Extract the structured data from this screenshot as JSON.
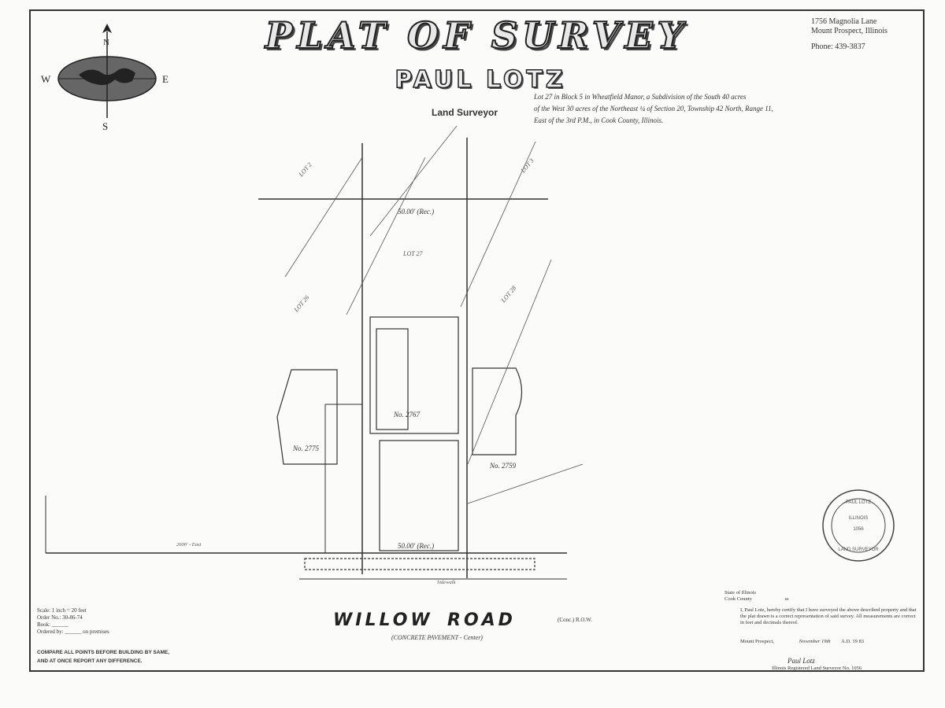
{
  "title": "PLAT OF SURVEY",
  "surveyor": {
    "name": "PAUL LOTZ",
    "subtitle": "Land Surveyor",
    "address_line1": "1756 Magnolia Lane",
    "address_line2": "Mount Prospect, Illinois",
    "phone": "Phone: 439-3837"
  },
  "legal_description": {
    "line1": "Lot 27 in Block 5 in Wheatfield Manor, a Subdivision of the South 40 acres",
    "line2": "of the West 30 acres of the Northeast ¼ of Section 20, Township 42 North, Range 11,",
    "line3": "East of the 3rd P.M., in Cook County, Illinois."
  },
  "compass": {
    "north": "N",
    "south": "S",
    "east": "E",
    "west": "W"
  },
  "plat": {
    "lot_label": "LOT 27",
    "lot_left_top": "LOT 2",
    "lot_right_top": "LOT 3",
    "lot_left": "LOT 26",
    "lot_right": "LOT 28",
    "front_dim": "50.00' (Rec.)",
    "rear_dim": "50.00' (Rec.)",
    "house_number": "No. 2767",
    "neighbor_left": "No. 2775",
    "neighbor_right": "No. 2759",
    "side_distance": "2600' - East",
    "sidewalk": "Sidewalk",
    "road": {
      "name_part1": "WILLOW",
      "name_part2": "ROAD",
      "row": "(Conc.) R.O.W.",
      "pavement": "(CONCRETE PAVEMENT - Center)"
    }
  },
  "info_block": {
    "scale": "Scale: 1 inch = 20 feet",
    "order_no": "Order No.: 30-86-74",
    "book": "Book: ______",
    "ordered_by": "Ordered by: ______ on premises"
  },
  "notice": {
    "line1": "COMPARE ALL POINTS BEFORE BUILDING BY SAME,",
    "line2": "AND AT ONCE REPORT ANY DIFFERENCE."
  },
  "certificate": {
    "state": "State of Illinois",
    "county": "Cook County",
    "ss": "ss",
    "statement": "I, Paul Lotz, hereby certify that I have surveyed the above described property and that the plat drawn is a correct representation of said survey. All measurements are correct in feet and decimals thereof.",
    "dated_place": "Mount Prospect,",
    "dated_date": "November 19th",
    "dated_year": "A.D. 19 83",
    "signature": "Paul Lotz",
    "registration": "Illinois Registered Land Surveyor No. 1056"
  },
  "seal": {
    "line1": "PAUL LOTZ",
    "line2": "ILLINOIS",
    "line3": "1056",
    "line4": "LAND SURVEYOR"
  }
}
